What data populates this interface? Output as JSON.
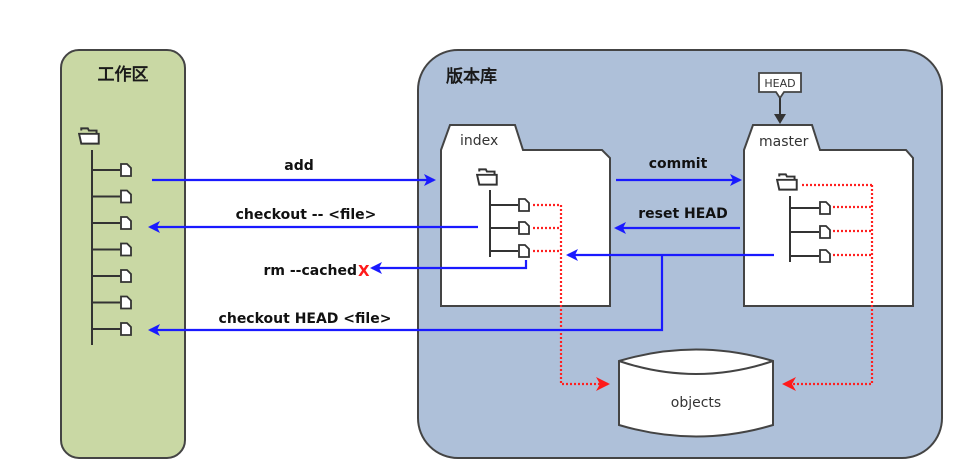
{
  "workspace": {
    "title": "工作区",
    "file_count": 7
  },
  "repository": {
    "title": "版本库"
  },
  "index": {
    "label": "index",
    "file_count": 3
  },
  "master": {
    "label": "master",
    "file_count": 3
  },
  "head_pointer": {
    "label": "HEAD"
  },
  "objects": {
    "label": "objects"
  },
  "commands": {
    "add": "add",
    "checkout_file": "checkout -- <file>",
    "rm_cached": "rm --cached",
    "rm_cached_mark": "X",
    "checkout_head_file": "checkout HEAD <file>",
    "commit": "commit",
    "reset_head": "reset HEAD"
  },
  "colors": {
    "workspace_fill": "#c9d8a4",
    "repository_fill": "#aec0d9",
    "arrow_blue": "#1a1aff",
    "dotted_red": "#ff2020",
    "outline": "#444444"
  }
}
